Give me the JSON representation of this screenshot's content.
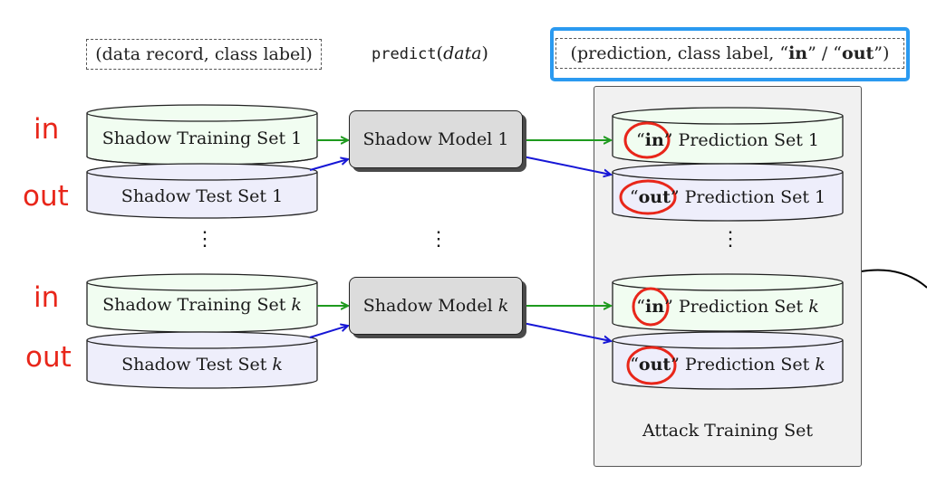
{
  "header": {
    "record_text": "(data record, class label)",
    "predict_fn": "predict",
    "predict_arg": "data",
    "pred_prefix": "(prediction, class label, “",
    "pred_in": "in",
    "pred_mid": "” / “",
    "pred_out": "out",
    "pred_suffix": "”)"
  },
  "side_labels": {
    "in_1": "in",
    "out_1": "out",
    "in_k": "in",
    "out_k": "out"
  },
  "shadow_sets": {
    "train_1": "Shadow Training Set 1",
    "test_1": "Shadow Test Set 1",
    "train_k_prefix": "Shadow Training Set ",
    "train_k_var": "k",
    "test_k_prefix": "Shadow Test Set ",
    "test_k_var": "k"
  },
  "models": {
    "model_1": "Shadow Model 1",
    "model_k_prefix": "Shadow Model ",
    "model_k_var": "k"
  },
  "predictions": {
    "in_1": {
      "open": "“",
      "tag": "in",
      "close": "”",
      "rest": " Prediction Set 1"
    },
    "out_1": {
      "open": "“",
      "tag": "out",
      "close": "”",
      "rest": " Prediction Set 1"
    },
    "in_k": {
      "open": "“",
      "tag": "in",
      "close": "”",
      "rest": " Prediction Set ",
      "var": "k"
    },
    "out_k": {
      "open": "“",
      "tag": "out",
      "close": "”",
      "rest": " Prediction Set ",
      "var": "k"
    }
  },
  "ellipsis": "⋮",
  "attack_label": "Attack Training Set",
  "colors": {
    "train_fill": "#f1fdf1",
    "test_fill": "#eeeefb",
    "model_fill": "#dcdcdc",
    "green_arrow": "#1e9a1e",
    "blue_arrow": "#1616d6",
    "highlight_red": "#e8261a",
    "highlight_blue": "#2b9af0"
  }
}
